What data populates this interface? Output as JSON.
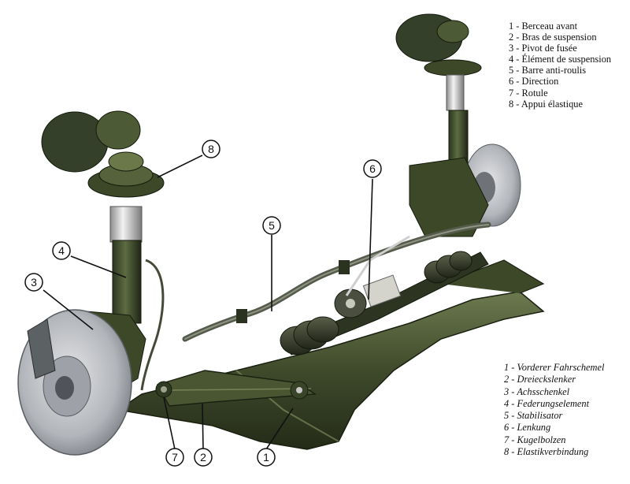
{
  "legend_fr": [
    {
      "num": "1",
      "label": "Berceau avant"
    },
    {
      "num": "2",
      "label": "Bras de suspension"
    },
    {
      "num": "3",
      "label": "Pivot de fusée"
    },
    {
      "num": "4",
      "label": "Élément de suspension"
    },
    {
      "num": "5",
      "label": "Barre anti-roulis"
    },
    {
      "num": "6",
      "label": "Direction"
    },
    {
      "num": "7",
      "label": "Rotule"
    },
    {
      "num": "8",
      "label": "Appui  élastique"
    }
  ],
  "legend_de": [
    {
      "num": "1",
      "label": "Vorderer Fahrschemel"
    },
    {
      "num": "2",
      "label": "Dreieckslenker"
    },
    {
      "num": "3",
      "label": "Achsschenkel"
    },
    {
      "num": "4",
      "label": "Federungselement"
    },
    {
      "num": "5",
      "label": "Stabilisator"
    },
    {
      "num": "6",
      "label": "Lenkung"
    },
    {
      "num": "7",
      "label": "Kugelbolzen"
    },
    {
      "num": "8",
      "label": "Elastikverbindung"
    }
  ],
  "callouts": [
    "1",
    "2",
    "3",
    "4",
    "5",
    "6",
    "7",
    "8"
  ],
  "colors": {
    "metal_dark": "#2f3a22",
    "metal_mid": "#4f5c38",
    "metal_light": "#7d8a60",
    "disc": "#b9bcc1",
    "chrome": "#d9d9d9",
    "rubber": "#3a3f2c"
  }
}
